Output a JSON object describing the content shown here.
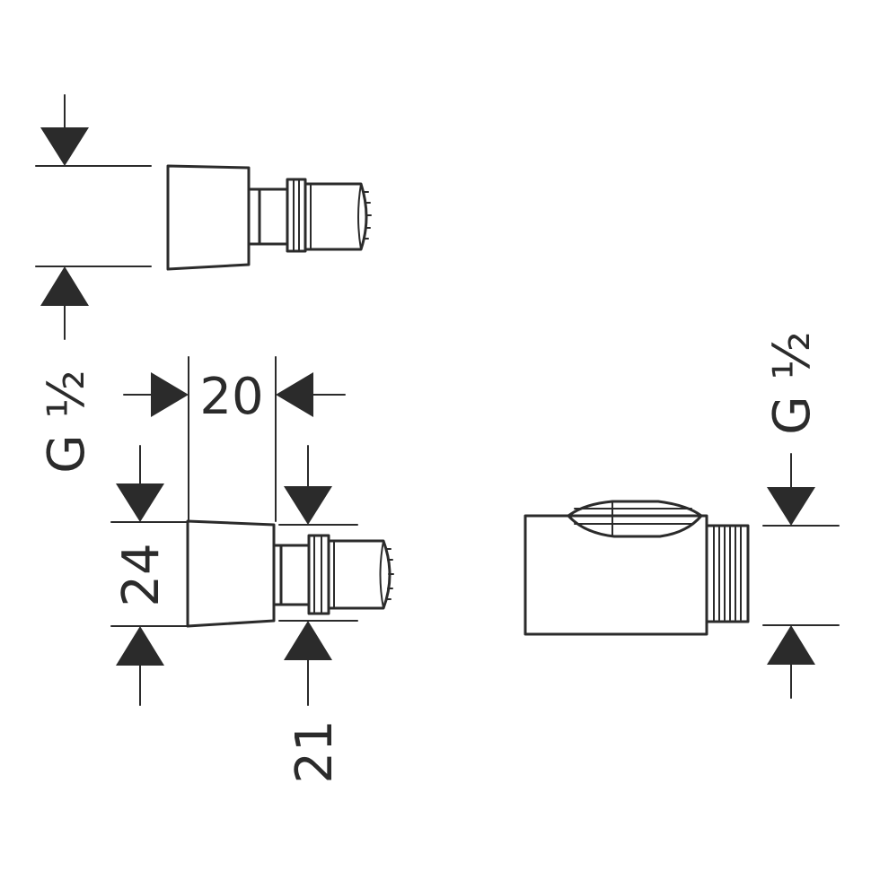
{
  "diagram": {
    "views": [
      {
        "name": "top-view",
        "dimensions": {
          "thread": "G ½"
        }
      },
      {
        "name": "side-view",
        "dimensions": {
          "length": "20",
          "outer_height": "24",
          "inner_height": "21"
        }
      },
      {
        "name": "right-view",
        "dimensions": {
          "thread": "G ½"
        }
      }
    ],
    "colors": {
      "ink": "#2b2b2b",
      "background": "#ffffff"
    }
  }
}
